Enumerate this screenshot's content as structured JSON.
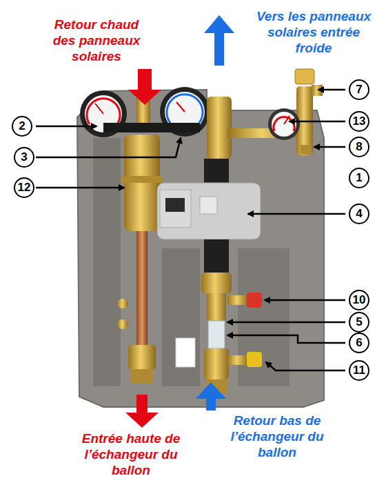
{
  "diagram": {
    "labels": [
      "Retour chaud des panneaux solaires",
      "Vers les panneaux solaires entrée froide",
      "2",
      "3",
      "12",
      "7",
      "13",
      "8",
      "1",
      "4",
      "10",
      "5",
      "6",
      "11",
      "Entrée haute de l’échangeur du ballon",
      "Retour bas de l’échangeur du ballon"
    ]
  }
}
